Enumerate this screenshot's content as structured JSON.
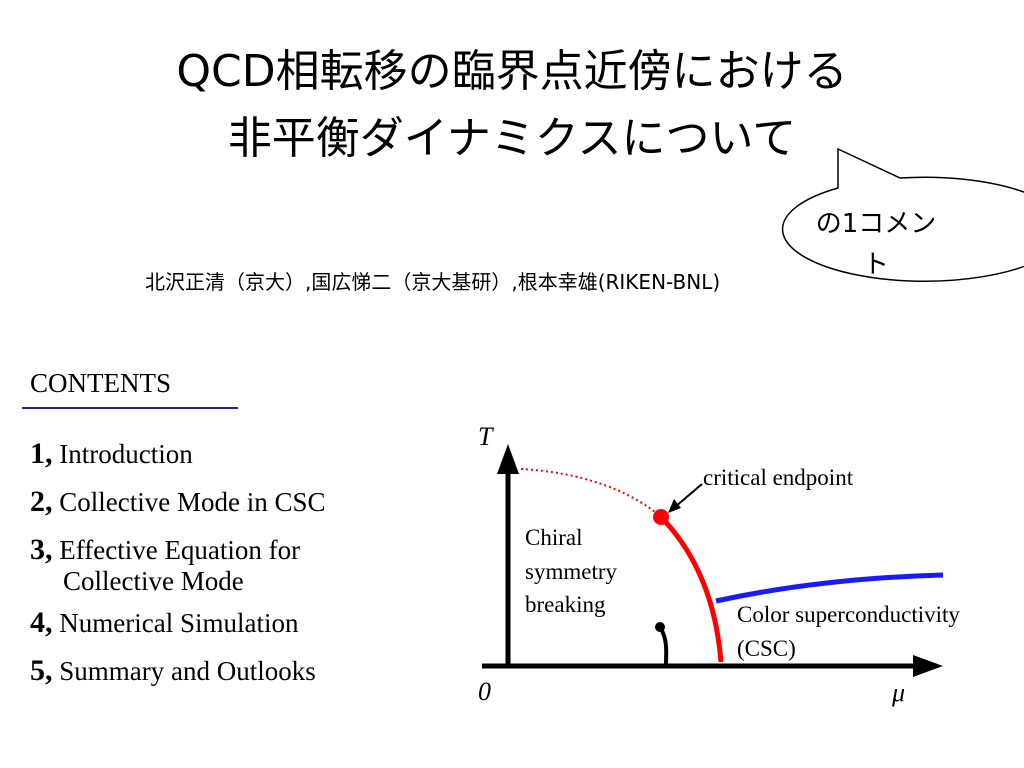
{
  "title": {
    "line1": "QCD相転移の臨界点近傍における",
    "line2": "非平衡ダイナミクスについて"
  },
  "callout": {
    "line1": "の1コメン",
    "line2": "ト"
  },
  "authors": "北沢正清（京大）,国広悌二（京大基研）,根本幸雄(RIKEN-BNL)",
  "contents": {
    "heading": "CONTENTS",
    "items": [
      {
        "num": "1,",
        "text": "Introduction"
      },
      {
        "num": "2,",
        "text": "Collective Mode in CSC"
      },
      {
        "num": "3,",
        "text": "Effective Equation for",
        "text2": "Collective Mode"
      },
      {
        "num": "4,",
        "text": "Numerical Simulation"
      },
      {
        "num": "5,",
        "text": "Summary and Outlooks"
      }
    ]
  },
  "diagram": {
    "y_axis_label": "T",
    "x_axis_label": "μ",
    "origin_label": "0",
    "critical_endpoint_label": "critical endpoint",
    "chiral_label": [
      "Chiral",
      "symmetry",
      "breaking"
    ],
    "csc_label": [
      "Color superconductivity",
      "(CSC)"
    ],
    "colors": {
      "chiral_boundary": "#ff0000",
      "csc_boundary": "#1a1aff",
      "axes": "#000000"
    }
  }
}
